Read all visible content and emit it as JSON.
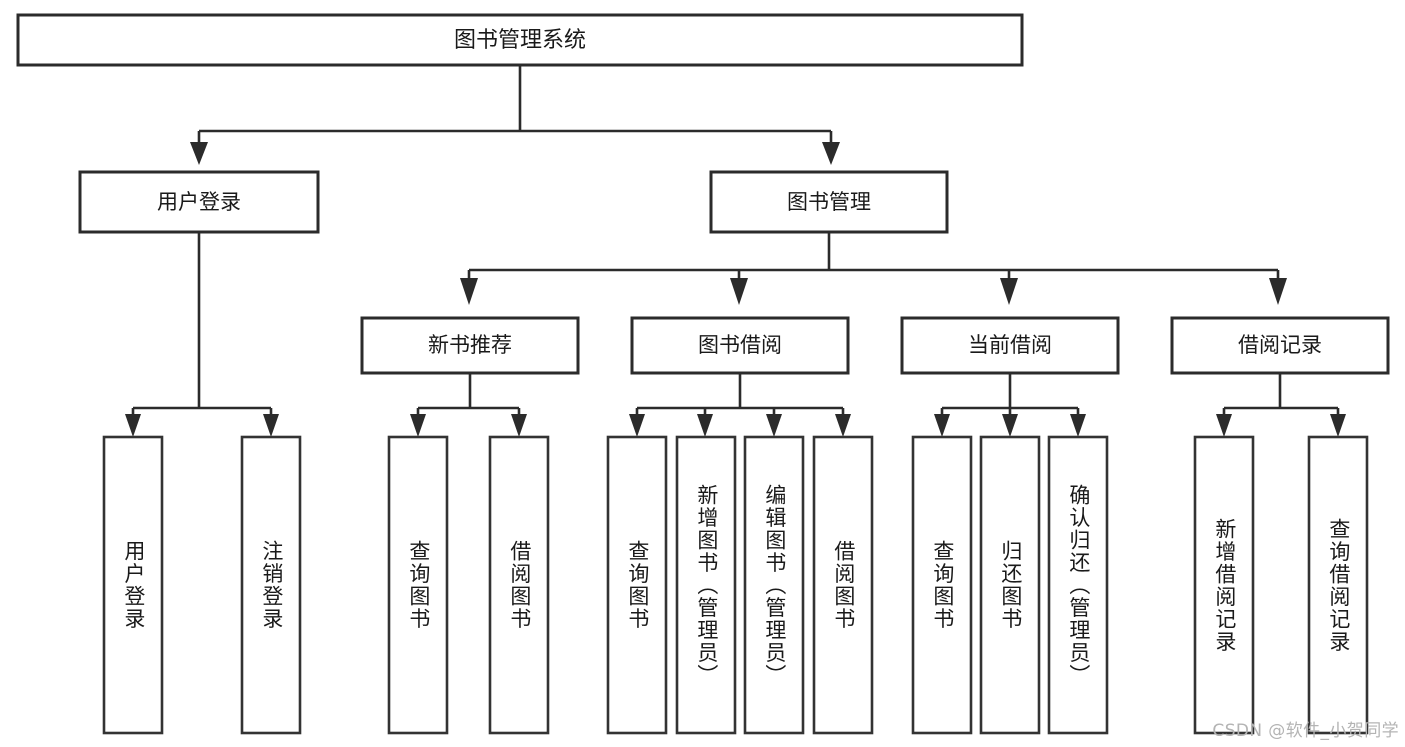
{
  "diagram": {
    "type": "hierarchy-tree",
    "title": "图书管理系统",
    "watermark": "CSDN @软件_小贺同学",
    "colors": {
      "background": "#ffffff",
      "box_fill": "#ffffff",
      "box_stroke": "#2b2b2b",
      "text": "#1a1a1a",
      "watermark": "#b4b4b4"
    },
    "root": {
      "label": "图书管理系统"
    },
    "level1": [
      {
        "label": "用户登录"
      },
      {
        "label": "图书管理"
      }
    ],
    "level2": [
      {
        "label": "新书推荐"
      },
      {
        "label": "图书借阅"
      },
      {
        "label": "当前借阅"
      },
      {
        "label": "借阅记录"
      }
    ],
    "leaves": {
      "user_login": [
        {
          "label": "用户登录"
        },
        {
          "label": "注销登录"
        }
      ],
      "new_book_recommend": [
        {
          "label": "查询图书"
        },
        {
          "label": "借阅图书"
        }
      ],
      "book_borrow": [
        {
          "label": "查询图书"
        },
        {
          "label": "新增图书（管理员）"
        },
        {
          "label": "编辑图书（管理员）"
        },
        {
          "label": "借阅图书"
        }
      ],
      "current_borrow": [
        {
          "label": "查询图书"
        },
        {
          "label": "归还图书"
        },
        {
          "label": "确认归还（管理员）"
        }
      ],
      "borrow_record": [
        {
          "label": "新增借阅记录"
        },
        {
          "label": "查询借阅记录"
        }
      ]
    }
  }
}
